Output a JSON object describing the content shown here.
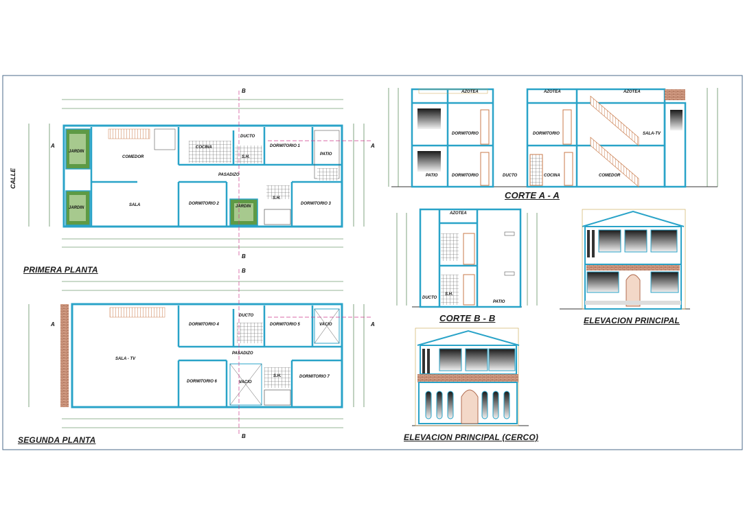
{
  "sheet": {
    "titles": {
      "primera_planta": "PRIMERA PLANTA",
      "segunda_planta": "SEGUNDA PLANTA",
      "corte_aa": "CORTE A - A",
      "corte_bb": "CORTE B - B",
      "elevacion_principal": "ELEVACION PRINCIPAL",
      "elevacion_cerco": "ELEVACION PRINCIPAL (CERCO)"
    },
    "street_label": "CALLE",
    "primera_planta_rooms": [
      "JARDIN",
      "COMEDOR",
      "COCINA",
      "DUCTO",
      "S.H.",
      "DORMITORIO 1",
      "PATIO",
      "PASADIZO",
      "JARDIN",
      "SALA",
      "DORMITORIO 2",
      "JARDIN",
      "S.H.",
      "DORMITORIO 3"
    ],
    "segunda_planta_rooms": [
      "DORMITORIO 4",
      "DUCTO",
      "DORMITORIO 5",
      "VACIO",
      "SALA - TV",
      "PASADIZO",
      "DORMITORIO 6",
      "VACIO",
      "S.H.",
      "DORMITORIO 7"
    ],
    "corte_aa_rooms": [
      "AZOTEA",
      "AZOTEA",
      "AZOTEA",
      "DORMITORIO",
      "DORMITORIO",
      "SALA-TV",
      "PATIO",
      "DORMITORIO",
      "DUCTO",
      "COCINA",
      "COMEDOR"
    ],
    "corte_bb_rooms": [
      "AZOTEA",
      "DUCTO",
      "S.H.",
      "PATIO"
    ],
    "section_markers": [
      "A",
      "B"
    ]
  },
  "colors": {
    "wall": "#29a3c8",
    "dim_line": "#2e6b2e",
    "fill_gray": "#7a7a7a",
    "brick": "#b06b4f",
    "stair": "#c97a4a",
    "section_line": "#cc3a8a",
    "frame": "#4a6a8a",
    "plant": "#3d7a2a"
  }
}
